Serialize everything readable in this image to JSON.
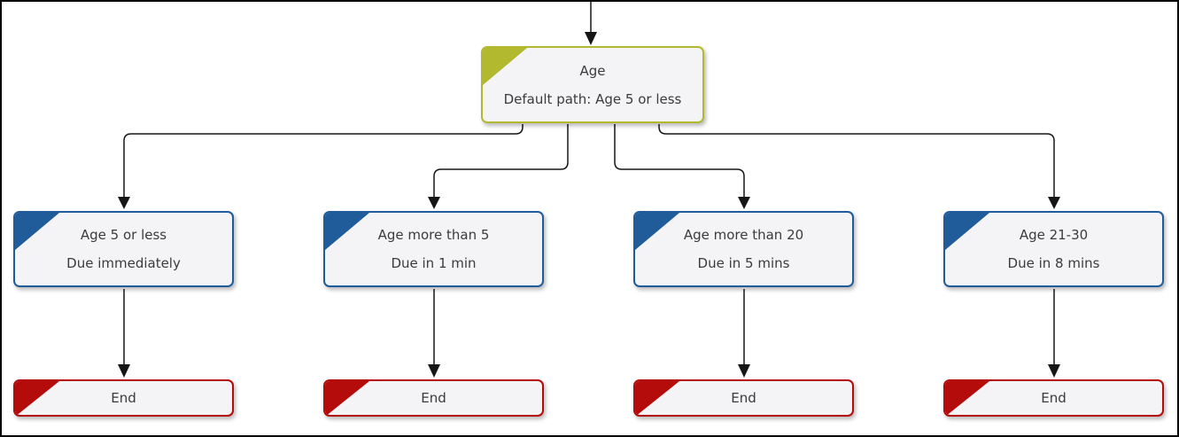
{
  "diagram": {
    "type": "flowchart-decision-tree",
    "root": {
      "title": "Age",
      "subtitle": "Default path: Age 5 or less",
      "accent_color": "#b2b92f"
    },
    "branches": [
      {
        "title": "Age 5 or less",
        "subtitle": "Due immediately",
        "end_label": "End"
      },
      {
        "title": "Age more than 5",
        "subtitle": "Due in 1 min",
        "end_label": "End"
      },
      {
        "title": "Age more than 20",
        "subtitle": "Due in 5 mins",
        "end_label": "End"
      },
      {
        "title": "Age 21-30",
        "subtitle": "Due in 8 mins",
        "end_label": "End"
      }
    ],
    "branch_accent_color": "#1f5c99",
    "end_accent_color": "#b40b0b",
    "node_background": "#f4f4f7",
    "text_color": "#3b3b3b",
    "line_color": "#161616",
    "canvas_border_color": "#000000"
  }
}
